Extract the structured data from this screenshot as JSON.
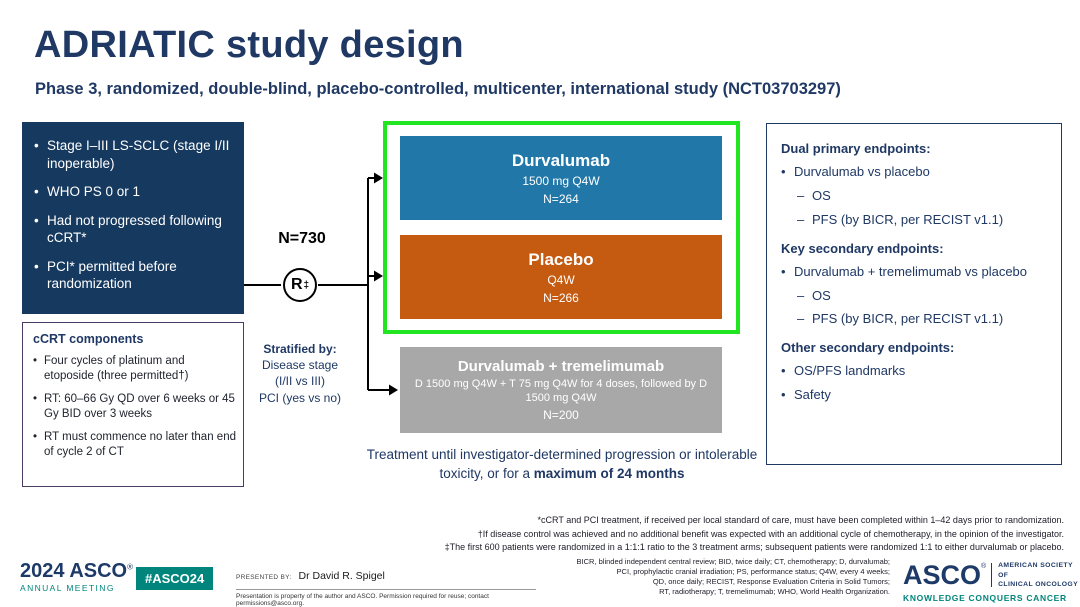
{
  "header": {
    "title": "ADRIATIC study design",
    "subtitle": "Phase 3, randomized, double-blind, placebo-controlled, multicenter, international study (NCT03703297)"
  },
  "eligibility_box": {
    "bullets": [
      "Stage I–III LS-SCLC (stage I/II inoperable)",
      "WHO PS 0 or 1",
      "Had not progressed following cCRT*",
      "PCI* permitted before randomization"
    ]
  },
  "ccrt_box": {
    "title": "cCRT components",
    "bullets": [
      "Four cycles of platinum and etoposide (three permitted†)",
      "RT: 60–66 Gy QD over 6 weeks or 45 Gy BID over 3 weeks",
      "RT must commence no later than end of cycle 2 of CT"
    ]
  },
  "randomization": {
    "n_label": "N=730",
    "r_label": "R",
    "r_superscript": "‡",
    "stratified_title": "Stratified by:",
    "stratified_lines": [
      "Disease stage",
      "(I/II vs III)",
      "PCI (yes vs no)"
    ]
  },
  "arms": [
    {
      "name": "Durvalumab",
      "dose": "1500 mg Q4W",
      "n": "N=264",
      "color": "#2077a8"
    },
    {
      "name": "Placebo",
      "dose": "Q4W",
      "n": "N=266",
      "color": "#c55a11"
    },
    {
      "name": "Durvalumab + tremelimumab",
      "dose": "D 1500 mg Q4W + T 75 mg Q4W for 4 doses, followed by D 1500 mg Q4W",
      "n": "N=200",
      "color": "#a8a8a8"
    }
  ],
  "treatment_note": {
    "text": "Treatment until investigator-determined progression or intolerable toxicity, or for a ",
    "bold": "maximum of 24 months"
  },
  "endpoints": {
    "sections": [
      {
        "heading": "Dual primary endpoints:",
        "bullet": "Durvalumab vs placebo",
        "subs": [
          "OS",
          "PFS (by BICR, per RECIST v1.1)"
        ]
      },
      {
        "heading": "Key secondary endpoints:",
        "bullet": "Durvalumab + tremelimumab vs placebo",
        "subs": [
          "OS",
          "PFS (by BICR, per RECIST v1.1)"
        ]
      },
      {
        "heading": "Other secondary endpoints:",
        "bullets": [
          "OS/PFS landmarks",
          "Safety"
        ]
      }
    ]
  },
  "footnotes": [
    "*cCRT and PCI treatment, if received per local standard of care, must have been completed within 1–42 days prior to randomization.",
    "†If disease control was achieved and no additional benefit was expected with an additional cycle of chemotherapy, in the opinion of the investigator.",
    "‡The first 600 patients were randomized in a 1:1:1 ratio to the 3 treatment arms; subsequent patients were randomized 1:1 to either durvalumab or placebo."
  ],
  "abbreviations": [
    "BICR, blinded independent central review; BID, twice daily; CT, chemotherapy; D, durvalumab;",
    "PCI, prophylactic cranial irradiation; PS, performance status; Q4W, every 4 weeks;",
    "QD, once daily; RECIST, Response Evaluation Criteria in Solid Tumors;",
    "RT, radiotherapy; T, tremelimumab; WHO, World Health Organization."
  ],
  "footer": {
    "meeting_logo": {
      "year": "2024",
      "asco": "ASCO",
      "reg": "®",
      "sub": "ANNUAL MEETING"
    },
    "hashtag": "#ASCO24",
    "presented_by_label": "PRESENTED BY:",
    "presenter": "Dr David R. Spigel",
    "disclaimer": "Presentation is property of the author and ASCO. Permission required for reuse; contact permissions@asco.org.",
    "asco_logo": {
      "name": "ASCO",
      "reg": "®",
      "society_line1": "AMERICAN SOCIETY OF",
      "society_line2": "CLINICAL ONCOLOGY",
      "tagline": "KNOWLEDGE CONQUERS CANCER"
    }
  },
  "colors": {
    "navy": "#1f3864",
    "eligibility_box_bg": "#16395f",
    "highlight_green": "#22e522",
    "arm_durvalumab": "#2077a8",
    "arm_placebo": "#c55a11",
    "arm_durva_treme": "#a8a8a8",
    "asco_teal": "#00857c"
  }
}
